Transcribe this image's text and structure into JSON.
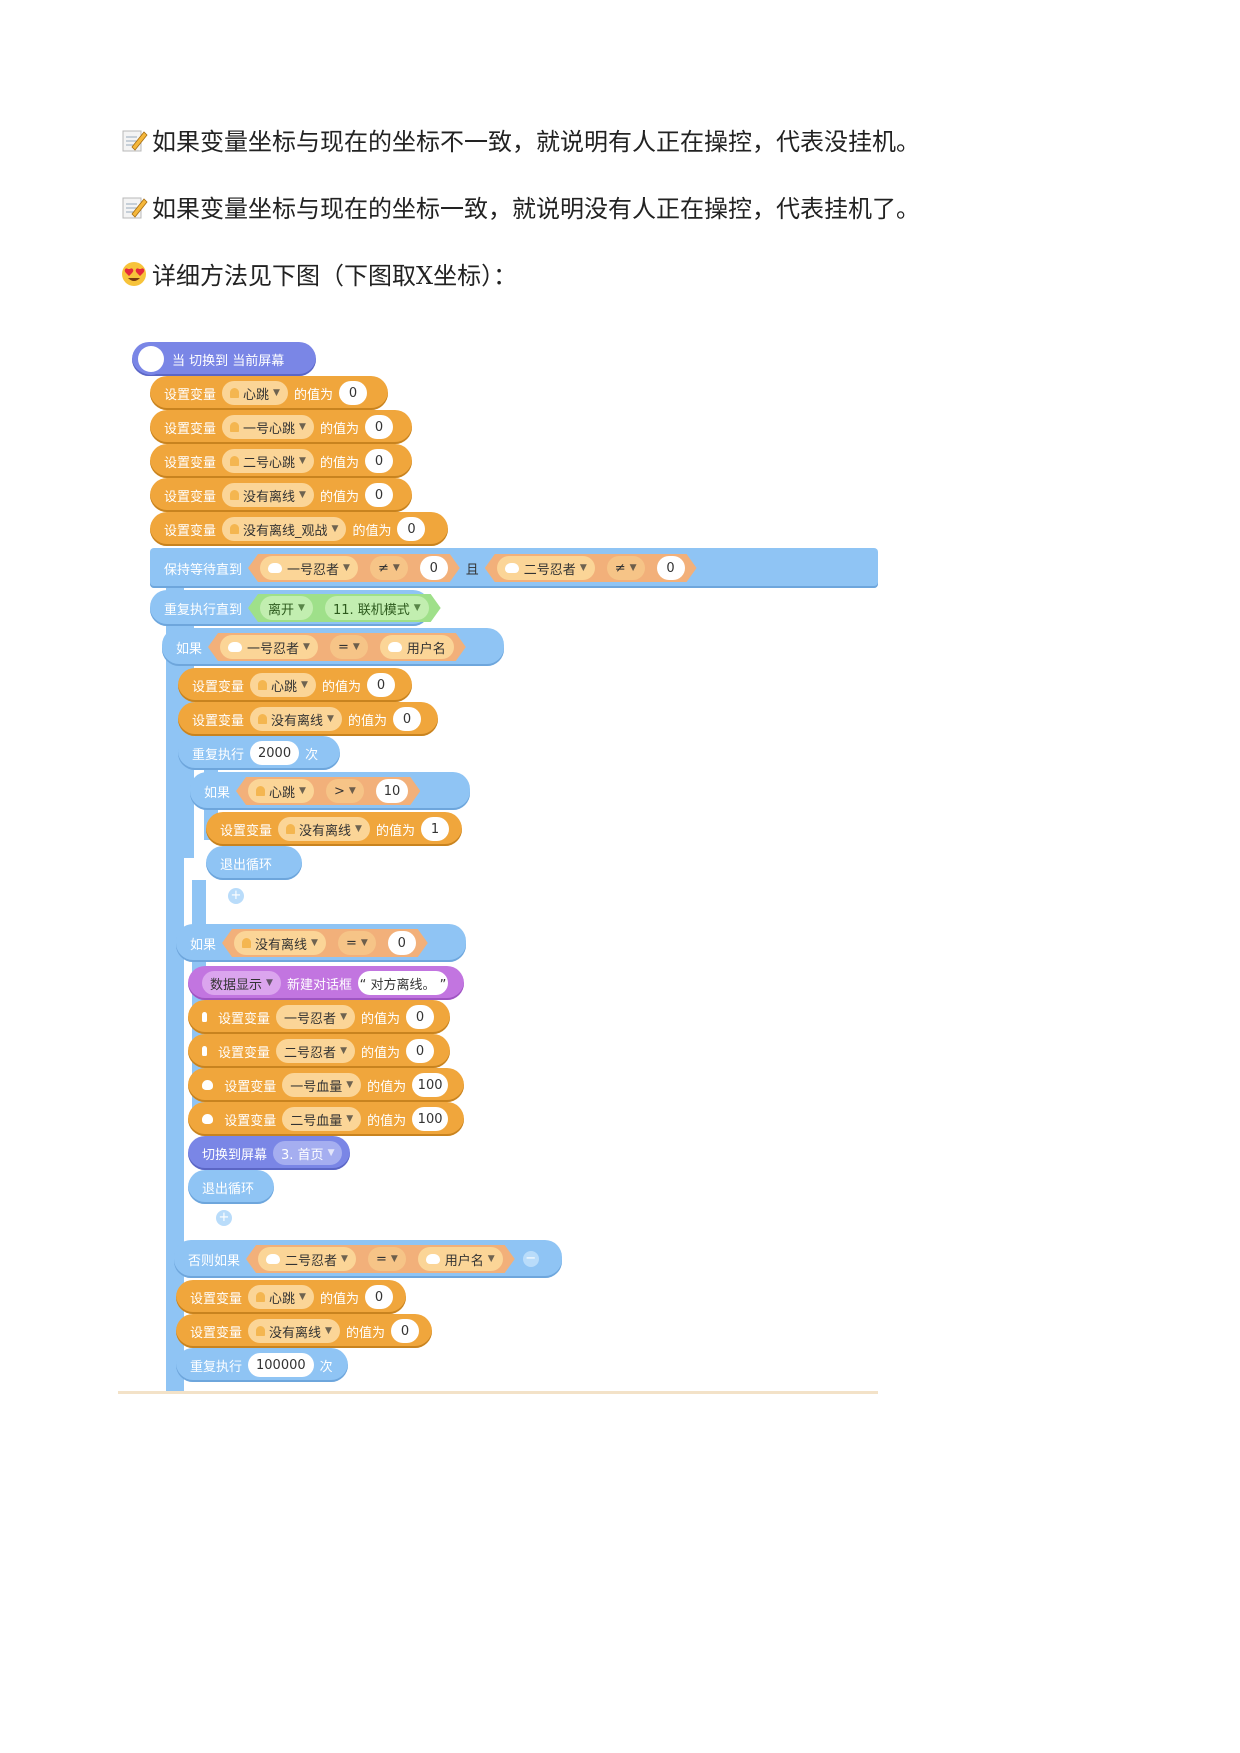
{
  "paragraphs": [
    {
      "icon": "memo-icon",
      "text": "如果变量坐标与现在的坐标不一致，就说明有人正在操控，代表没挂机。"
    },
    {
      "icon": "memo-icon",
      "text": "如果变量坐标与现在的坐标一致，就说明没有人正在操控，代表挂机了。"
    },
    {
      "icon": "heart-eyes-icon",
      "text": "详细方法见下图（下图取X坐标）："
    }
  ],
  "code": {
    "hat": "当 切换到 当前屏幕",
    "set_var": "设置变量",
    "value_is": "的值为",
    "wait_until": "保持等待直到",
    "repeat_until": "重复执行直到",
    "repeat": "重复执行",
    "times": "次",
    "if": "如果",
    "else_if": "否则如果",
    "and": "且",
    "break_loop": "退出循环",
    "leave": "离开",
    "mode": "11. 联机模式",
    "data_show": "数据显示",
    "new_dialog": "新建对话框",
    "dialog_text": "“ 对方离线。 ”",
    "switch_screen": "切换到屏幕",
    "screen_home": "3. 首页",
    "vars": {
      "heartbeat": "心跳",
      "hb1": "一号心跳",
      "hb2": "二号心跳",
      "offline": "没有离线",
      "offline_watch": "没有离线_观战",
      "ninja1": "一号忍者",
      "ninja2": "二号忍者",
      "hp1": "一号血量",
      "hp2": "二号血量",
      "username": "用户名"
    },
    "ops": {
      "neq": "≠",
      "eq": "=",
      "gt": ">"
    },
    "nums": {
      "zero": "0",
      "one": "1",
      "ten": "10",
      "hundred": "100",
      "r2000": "2000",
      "r100000": "100000"
    }
  }
}
